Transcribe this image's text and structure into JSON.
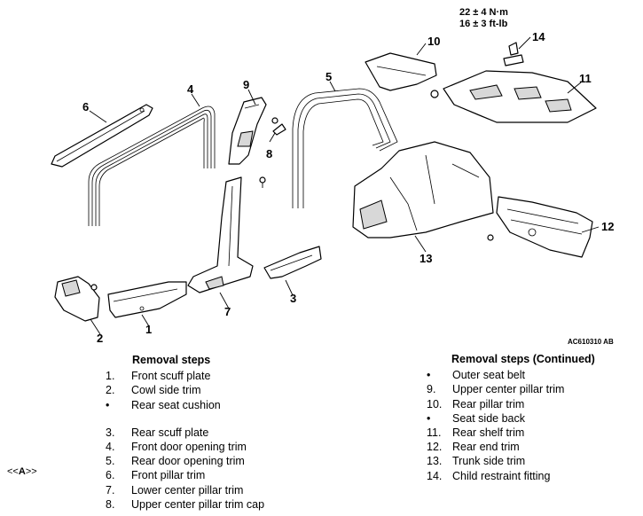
{
  "diagram": {
    "callouts": [
      "1",
      "2",
      "3",
      "4",
      "5",
      "6",
      "7",
      "8",
      "9",
      "10",
      "11",
      "12",
      "13",
      "14"
    ],
    "torque_line1": "22 ± 4 N·m",
    "torque_line2": "16 ± 3 ft-lb",
    "figure_code": "AC610310 AB"
  },
  "steps_left": {
    "heading": "Removal steps",
    "items": [
      {
        "num": "1.",
        "text": "Front scuff plate"
      },
      {
        "num": "2.",
        "text": "Cowl side trim"
      },
      {
        "num": "•",
        "text": "Rear seat cushion"
      },
      {
        "num": "3.",
        "text": "Rear scuff plate"
      },
      {
        "num": "4.",
        "text": "Front door opening trim"
      },
      {
        "num": "5.",
        "text": "Rear door opening trim"
      },
      {
        "num": "6.",
        "text": "Front pillar trim"
      },
      {
        "num": "7.",
        "text": "Lower center pillar trim"
      },
      {
        "num": "8.",
        "text": "Upper center pillar trim cap"
      }
    ]
  },
  "steps_right": {
    "heading": "Removal steps (Continued)",
    "items": [
      {
        "num": "•",
        "text": "Outer seat belt"
      },
      {
        "num": "9.",
        "text": "Upper center pillar trim"
      },
      {
        "num": "10.",
        "text": "Rear pillar trim"
      },
      {
        "num": "•",
        "text": "Seat side back"
      },
      {
        "num": "11.",
        "text": "Rear shelf trim"
      },
      {
        "num": "12.",
        "text": "Rear end trim"
      },
      {
        "num": "13.",
        "text": "Trunk side trim"
      },
      {
        "num": "14.",
        "text": "Child restraint fitting"
      }
    ]
  },
  "nav": {
    "prefix": "<<",
    "label": "A",
    "suffix": ">>"
  }
}
